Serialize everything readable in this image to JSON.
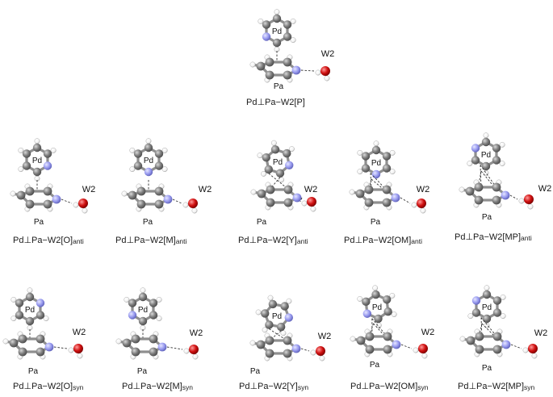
{
  "labels": {
    "pd": "Pd",
    "pa": "Pa",
    "w2": "W2"
  },
  "structures": [
    {
      "id": "P",
      "prefix": "Pd⊥Pa−W2[P]",
      "suffix": ""
    },
    {
      "id": "O_anti",
      "prefix": "Pd⊥Pa−W2[O]",
      "suffix": "anti"
    },
    {
      "id": "M_anti",
      "prefix": "Pd⊥Pa−W2[M]",
      "suffix": "anti"
    },
    {
      "id": "Y_anti",
      "prefix": "Pd⊥Pa−W2[Y]",
      "suffix": "anti"
    },
    {
      "id": "OM_anti",
      "prefix": "Pd⊥Pa−W2[OM]",
      "suffix": "anti"
    },
    {
      "id": "MP_anti",
      "prefix": "Pd⊥Pa−W2[MP]",
      "suffix": "anti"
    },
    {
      "id": "O_syn",
      "prefix": "Pd⊥Pa−W2[O]",
      "suffix": "syn"
    },
    {
      "id": "M_syn",
      "prefix": "Pd⊥Pa−W2[M]",
      "suffix": "syn"
    },
    {
      "id": "Y_syn",
      "prefix": "Pd⊥Pa−W2[Y]",
      "suffix": "syn"
    },
    {
      "id": "OM_syn",
      "prefix": "Pd⊥Pa−W2[OM]",
      "suffix": "syn"
    },
    {
      "id": "MP_syn",
      "prefix": "Pd⊥Pa−W2[MP]",
      "suffix": "syn"
    }
  ],
  "colors": {
    "carbon": "#7a7a7a",
    "nitrogen": "#9a9cf0",
    "oxygen": "#d01010",
    "hydrogen": "#ffffff",
    "bond": "#8a8a8a",
    "contact": "#333333"
  }
}
